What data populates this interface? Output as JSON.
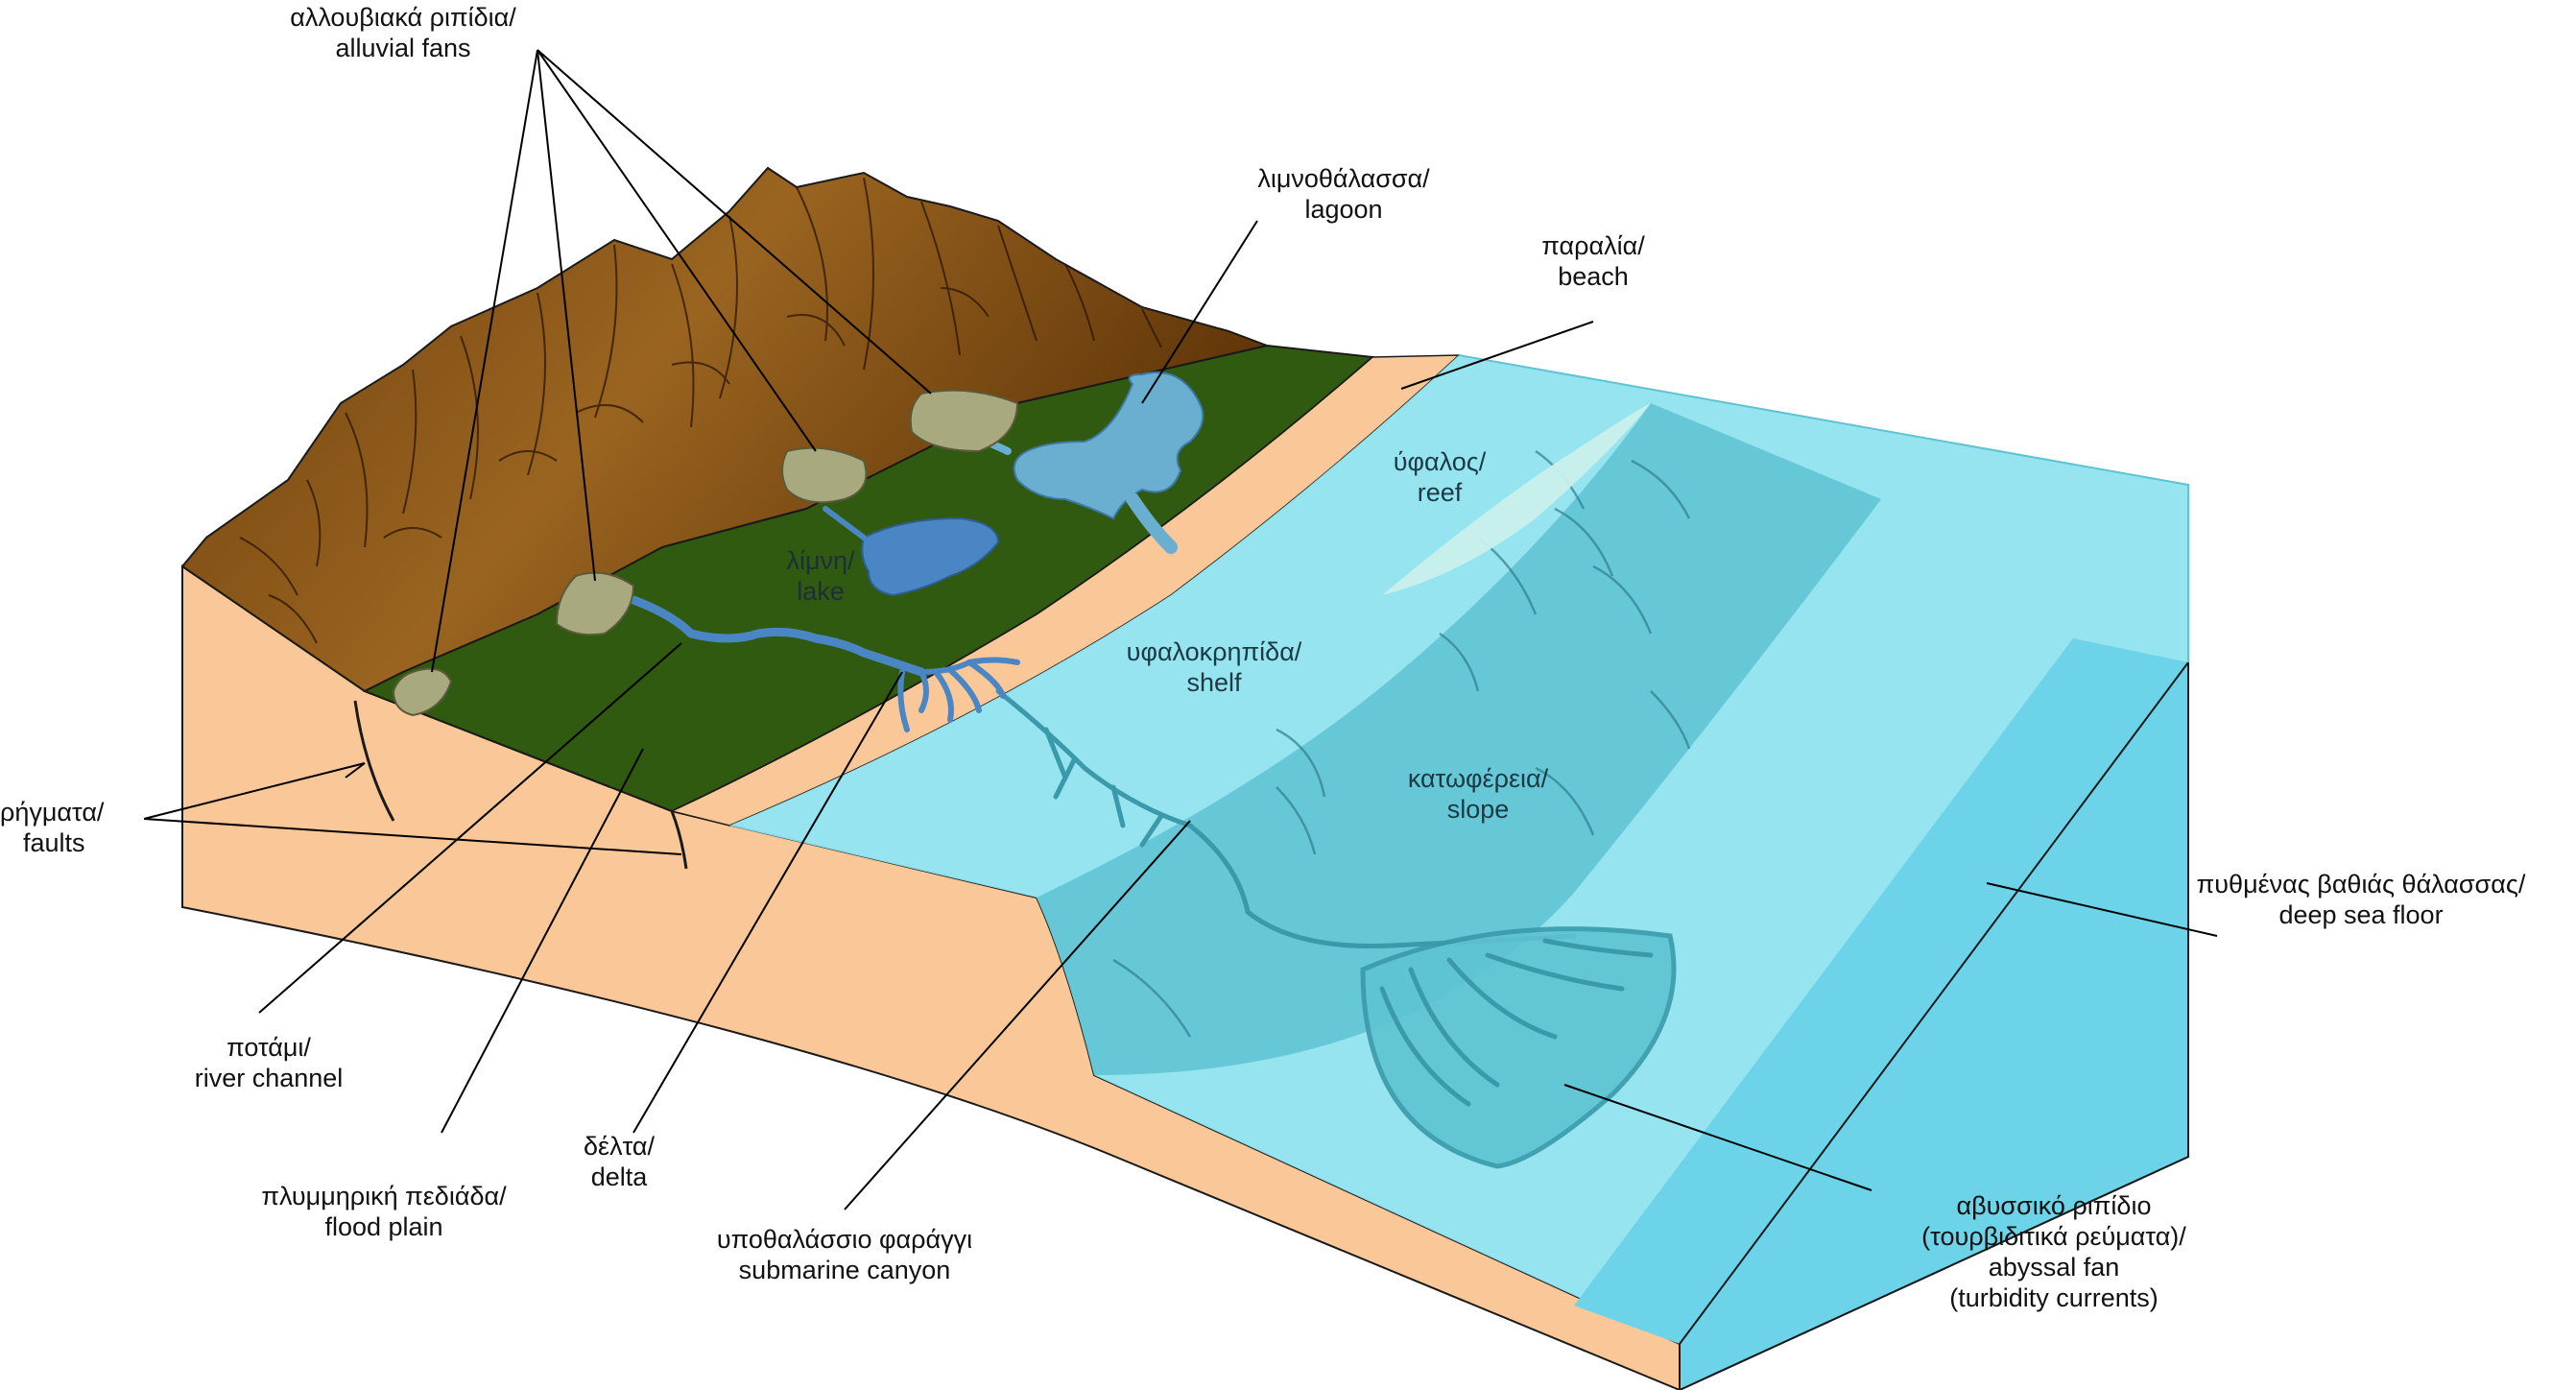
{
  "labels": {
    "alluvial_fans": {
      "el": "αλλουβιακά ριπίδια/",
      "en": "alluvial fans"
    },
    "lagoon": {
      "el": "λιμνοθάλασσα/",
      "en": "lagoon"
    },
    "beach": {
      "el": "παραλία/",
      "en": "beach"
    },
    "reef": {
      "el": "ύφαλος/",
      "en": "reef"
    },
    "lake": {
      "el": "λίμνη/",
      "en": "lake"
    },
    "shelf": {
      "el": "υφαλοκρηπίδα/",
      "en": "shelf"
    },
    "slope": {
      "el": "κατωφέρεια/",
      "en": "slope"
    },
    "faults": {
      "el": "ρήγματα/",
      "en": "faults"
    },
    "deep_sea_floor": {
      "el": "πυθμένας βαθιάς θάλασσας/",
      "en": "deep sea floor"
    },
    "river_channel": {
      "el": "ποτάμι/",
      "en": "river channel"
    },
    "delta": {
      "el": "δέλτα/",
      "en": "delta"
    },
    "flood_plain": {
      "el": "πλυμμηρική πεδιάδα/",
      "en": "flood plain"
    },
    "submarine_canyon": {
      "el": "υποθαλάσσιο φαράγγι",
      "en": "submarine canyon"
    },
    "abyssal_fan": {
      "el1": "αβυσσικό ριπίδιο",
      "el2": "(τουρβιδιτικά ρεύματα)/",
      "en1": "abyssal fan",
      "en2": "(turbidity currents)"
    }
  },
  "colors": {
    "sediment": "#fac898",
    "mountain": "#8a5a1e",
    "plain": "#2f5a0f",
    "shallow_water": "#8fe3ef",
    "deep_water": "#6cd3e8",
    "slope_water": "#5ec3d2",
    "lake_water": "#4a86c4",
    "fan": "#a9a97f"
  }
}
